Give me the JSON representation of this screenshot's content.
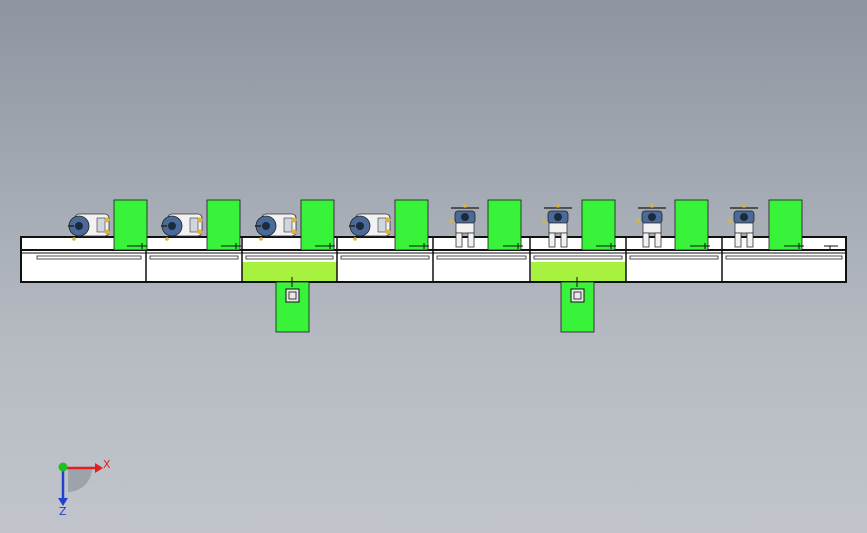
{
  "colors": {
    "background_top": "#8e95a0",
    "background_bottom": "#c1c5cb",
    "station_panel": "#39f23a",
    "station_panel_dark": "#2dbf2e",
    "highlight_segment": "#a6f23f",
    "frame": "#111111",
    "frame_fill": "#ffffff",
    "robot_body": "#f2f2f2",
    "robot_trim": "#4a6b9a",
    "robot_accent": "#e0b23a",
    "axis_x": "#e02020",
    "axis_y": "#20c020",
    "axis_z": "#2040d0"
  },
  "line": {
    "segments": 8,
    "highlighted_segments": [
      3,
      6
    ],
    "stations": [
      {
        "panel": "station-panel-1",
        "robot_view": "side"
      },
      {
        "panel": "station-panel-2",
        "robot_view": "side"
      },
      {
        "panel": "station-panel-3",
        "robot_view": "side"
      },
      {
        "panel": "station-panel-4",
        "robot_view": "side"
      },
      {
        "panel": "station-panel-5",
        "robot_view": "front"
      },
      {
        "panel": "station-panel-6",
        "robot_view": "front"
      },
      {
        "panel": "station-panel-7",
        "robot_view": "front"
      },
      {
        "panel": "station-panel-8",
        "robot_view": "front"
      }
    ],
    "branches": [
      {
        "name": "branch-1",
        "at_segment": 3
      },
      {
        "name": "branch-2",
        "at_segment": 6
      }
    ]
  },
  "triad": {
    "x_label": "X",
    "y_label": "",
    "z_label": "Z"
  }
}
